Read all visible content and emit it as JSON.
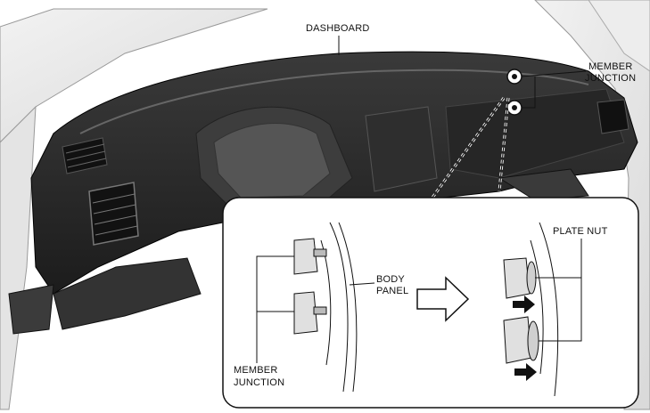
{
  "labels": {
    "dashboard": "DASHBOARD",
    "member_junction_top_line1": "MEMBER",
    "member_junction_top_line2": "JUNCTION",
    "plate_nut": "PLATE NUT",
    "body_panel_line1": "BODY",
    "body_panel_line2": "PANEL",
    "member_junction_bottom_line1": "MEMBER",
    "member_junction_bottom_line2": "JUNCTION"
  },
  "colors": {
    "dash_dark": "#2b2b2b",
    "dash_mid": "#4a4a4a",
    "body_light": "#e6e6e6",
    "line": "#111111",
    "detail_fill": "#cfcfcf"
  },
  "icons": {
    "arrow": "hollow-right-arrow",
    "plate_nut_arrow": "solid-right-arrow"
  }
}
